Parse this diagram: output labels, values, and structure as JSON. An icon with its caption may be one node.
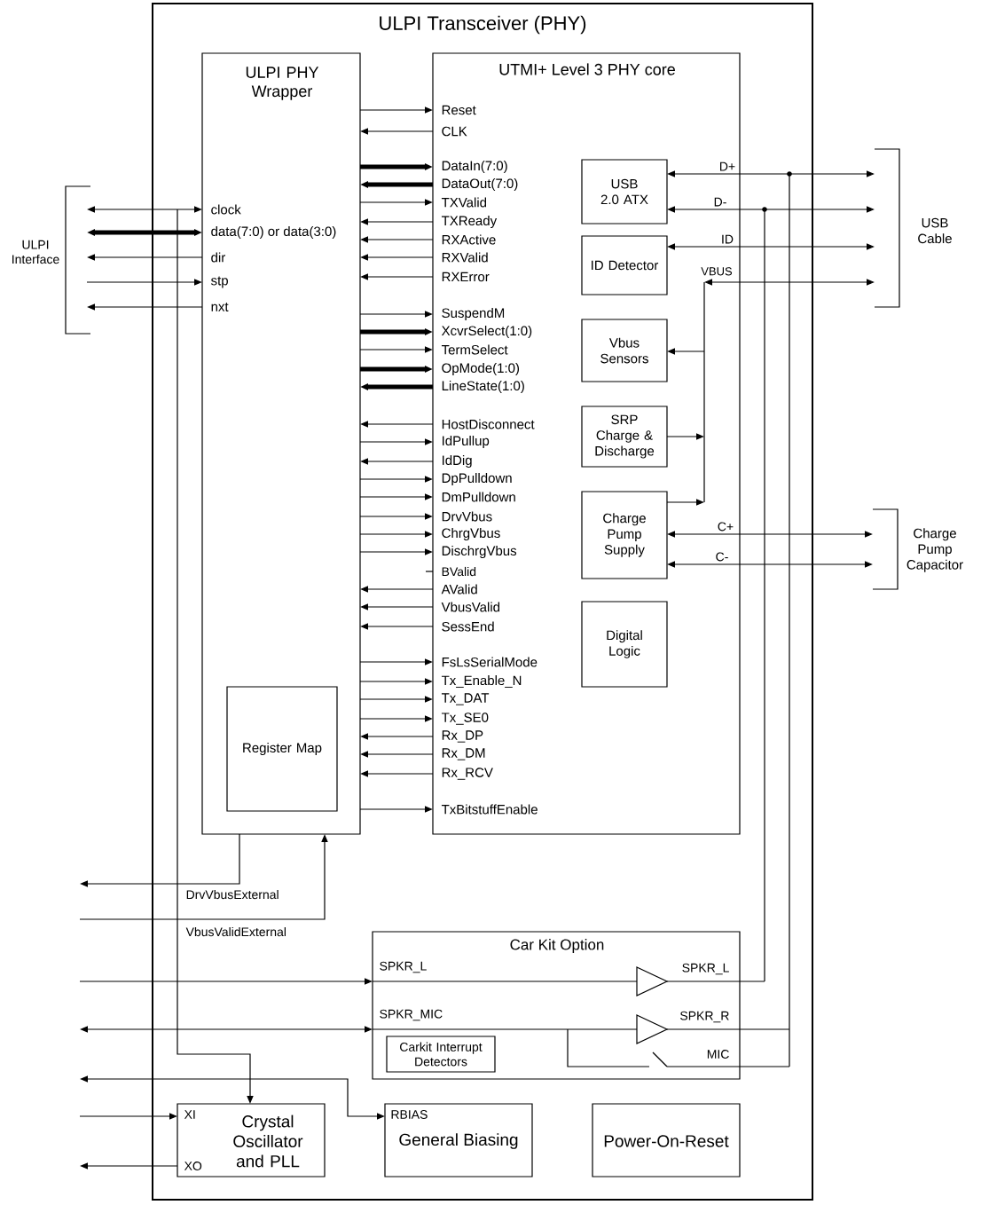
{
  "diagram": {
    "nodes": [
      {
        "text": [
          "ULPI Transceiver (PHY)"
        ]
      },
      {
        "text": [
          "ULPI PHY Wrapper"
        ],
        "in": 0
      },
      {
        "text": [
          "Register Map"
        ],
        "in": 1
      },
      {
        "text": [
          "UTMI+ Level 3 PHY core"
        ],
        "in": 0
      },
      {
        "text": [
          "USB 2.0 ATX"
        ],
        "in": 3
      },
      {
        "text": [
          "ID Detector"
        ],
        "in": 3
      },
      {
        "text": [
          "Vbus Sensors"
        ],
        "in": 3
      },
      {
        "text": [
          "SRP Charge & Discharge"
        ],
        "in": 3
      },
      {
        "text": [
          "Charge Pump Supply"
        ],
        "in": 3
      },
      {
        "text": [
          "Digital Logic"
        ],
        "in": 3
      },
      {
        "text": [
          "Car Kit Option"
        ],
        "in": 0
      },
      {
        "text": [
          "Carkit Interrupt Detectors"
        ],
        "in": 10
      },
      {
        "text": [
          "Crystal Oscillator and PLL"
        ],
        "in": 0
      },
      {
        "text": [
          "RBIAS",
          "General Biasing"
        ],
        "in": 0
      },
      {
        "text": [
          "Power-On-Reset"
        ],
        "in": 0
      },
      {
        "text": [
          "ULPI Interface"
        ]
      },
      {
        "text": [
          "USB Cable"
        ]
      },
      {
        "text": [
          "Charge Pump Capacitor"
        ]
      }
    ],
    "edges": [
      {
        "from": 15,
        "to": 1,
        "arrow": "both",
        "label": "clock"
      },
      {
        "from": 15,
        "to": 1,
        "arrow": "both",
        "label": "data(7:0) or data(3:0)",
        "style": "thick"
      },
      {
        "from": 1,
        "to": 15,
        "arrow": "to",
        "label": "dir"
      },
      {
        "from": 15,
        "to": 1,
        "arrow": "to",
        "label": "stp"
      },
      {
        "from": 1,
        "to": 15,
        "arrow": "to",
        "label": "nxt"
      },
      {
        "from": null,
        "to": 12,
        "arrow": "to"
      },
      {
        "from": 1,
        "to": 3,
        "arrow": "to",
        "label": "Reset"
      },
      {
        "from": 3,
        "to": 1,
        "arrow": "to",
        "label": "CLK"
      },
      {
        "from": 1,
        "to": 3,
        "arrow": "to",
        "label": "DataIn(7:0)",
        "style": "thick"
      },
      {
        "from": 3,
        "to": 1,
        "arrow": "to",
        "label": "DataOut(7:0)",
        "style": "thick"
      },
      {
        "from": 1,
        "to": 3,
        "arrow": "to",
        "label": "TXValid"
      },
      {
        "from": 3,
        "to": 1,
        "arrow": "to",
        "label": "TXReady"
      },
      {
        "from": 3,
        "to": 1,
        "arrow": "to",
        "label": "RXActive"
      },
      {
        "from": 3,
        "to": 1,
        "arrow": "to",
        "label": "RXValid"
      },
      {
        "from": 3,
        "to": 1,
        "arrow": "to",
        "label": "RXError"
      },
      {
        "from": 1,
        "to": 3,
        "arrow": "to",
        "label": "SuspendM"
      },
      {
        "from": 1,
        "to": 3,
        "arrow": "to",
        "label": "XcvrSelect(1:0)",
        "style": "thick"
      },
      {
        "from": 1,
        "to": 3,
        "arrow": "to",
        "label": "TermSelect"
      },
      {
        "from": 1,
        "to": 3,
        "arrow": "to",
        "label": "OpMode(1:0)",
        "style": "thick"
      },
      {
        "from": 3,
        "to": 1,
        "arrow": "to",
        "label": "LineState(1:0)",
        "style": "thick"
      },
      {
        "from": 3,
        "to": 1,
        "arrow": "to",
        "label": "HostDisconnect"
      },
      {
        "from": 1,
        "to": 3,
        "arrow": "to",
        "label": "IdPullup"
      },
      {
        "from": 3,
        "to": 1,
        "arrow": "to",
        "label": "IdDig"
      },
      {
        "from": 1,
        "to": 3,
        "arrow": "to",
        "label": "DpPulldown"
      },
      {
        "from": 1,
        "to": 3,
        "arrow": "to",
        "label": "DmPulldown"
      },
      {
        "from": 1,
        "to": 3,
        "arrow": "to",
        "label": "DrvVbus"
      },
      {
        "from": 1,
        "to": 3,
        "arrow": "to",
        "label": "ChrgVbus"
      },
      {
        "from": 1,
        "to": 3,
        "arrow": "to",
        "label": "DischrgVbus"
      },
      {
        "from": 3,
        "to": 1,
        "arrow": "to",
        "label": "AValid"
      },
      {
        "from": 3,
        "to": 1,
        "arrow": "to",
        "label": "VbusValid"
      },
      {
        "from": 3,
        "to": 1,
        "arrow": "to",
        "label": "SessEnd"
      },
      {
        "from": 1,
        "to": 3,
        "arrow": "to",
        "label": "FsLsSerialMode"
      },
      {
        "from": 1,
        "to": 3,
        "arrow": "to",
        "label": "Tx_Enable_N"
      },
      {
        "from": 1,
        "to": 3,
        "arrow": "to",
        "label": "Tx_DAT"
      },
      {
        "from": 1,
        "to": 3,
        "arrow": "to",
        "label": "Tx_SE0"
      },
      {
        "from": 3,
        "to": 1,
        "arrow": "to",
        "label": "Rx_DP"
      },
      {
        "from": 3,
        "to": 1,
        "arrow": "to",
        "label": "Rx_DM"
      },
      {
        "from": 3,
        "to": 1,
        "arrow": "to",
        "label": "Rx_RCV"
      },
      {
        "from": 1,
        "to": 3,
        "arrow": "to",
        "label": "TxBitstuffEnable"
      },
      {
        "from": 1,
        "to": null,
        "arrow": "to",
        "label": "DrvVbusExternal"
      },
      {
        "from": null,
        "to": 1,
        "arrow": "to",
        "label": "VbusValidExternal"
      },
      {
        "from": null,
        "to": 10,
        "arrow": "to",
        "label": "SPKR_L"
      },
      {
        "from": null,
        "to": 10,
        "arrow": "both",
        "label": "SPKR_MIC"
      },
      {
        "from": null,
        "to": 13,
        "arrow": "both"
      },
      {
        "from": null,
        "to": 12,
        "arrow": "to",
        "label": "XI"
      },
      {
        "from": 12,
        "to": null,
        "arrow": "to",
        "label": "XO"
      },
      {
        "from": 4,
        "to": 16,
        "arrow": "both",
        "label": "D+"
      },
      {
        "from": 4,
        "to": 16,
        "arrow": "both",
        "label": "D-"
      },
      {
        "from": 5,
        "to": 16,
        "arrow": "both",
        "label": "ID"
      },
      {
        "from": null,
        "to": 16,
        "arrow": "both",
        "label": "VBUS"
      },
      {
        "from": null,
        "to": 6,
        "arrow": "to"
      },
      {
        "from": 7,
        "to": null,
        "arrow": "to"
      },
      {
        "from": 8,
        "to": null,
        "arrow": "to"
      },
      {
        "from": 8,
        "to": 17,
        "arrow": "both",
        "label": "C+"
      },
      {
        "from": 8,
        "to": 17,
        "arrow": "both",
        "label": "C-"
      }
    ],
    "labels": [
      "BValid",
      "SPKR_L",
      "SPKR_R",
      "MIC"
    ]
  }
}
